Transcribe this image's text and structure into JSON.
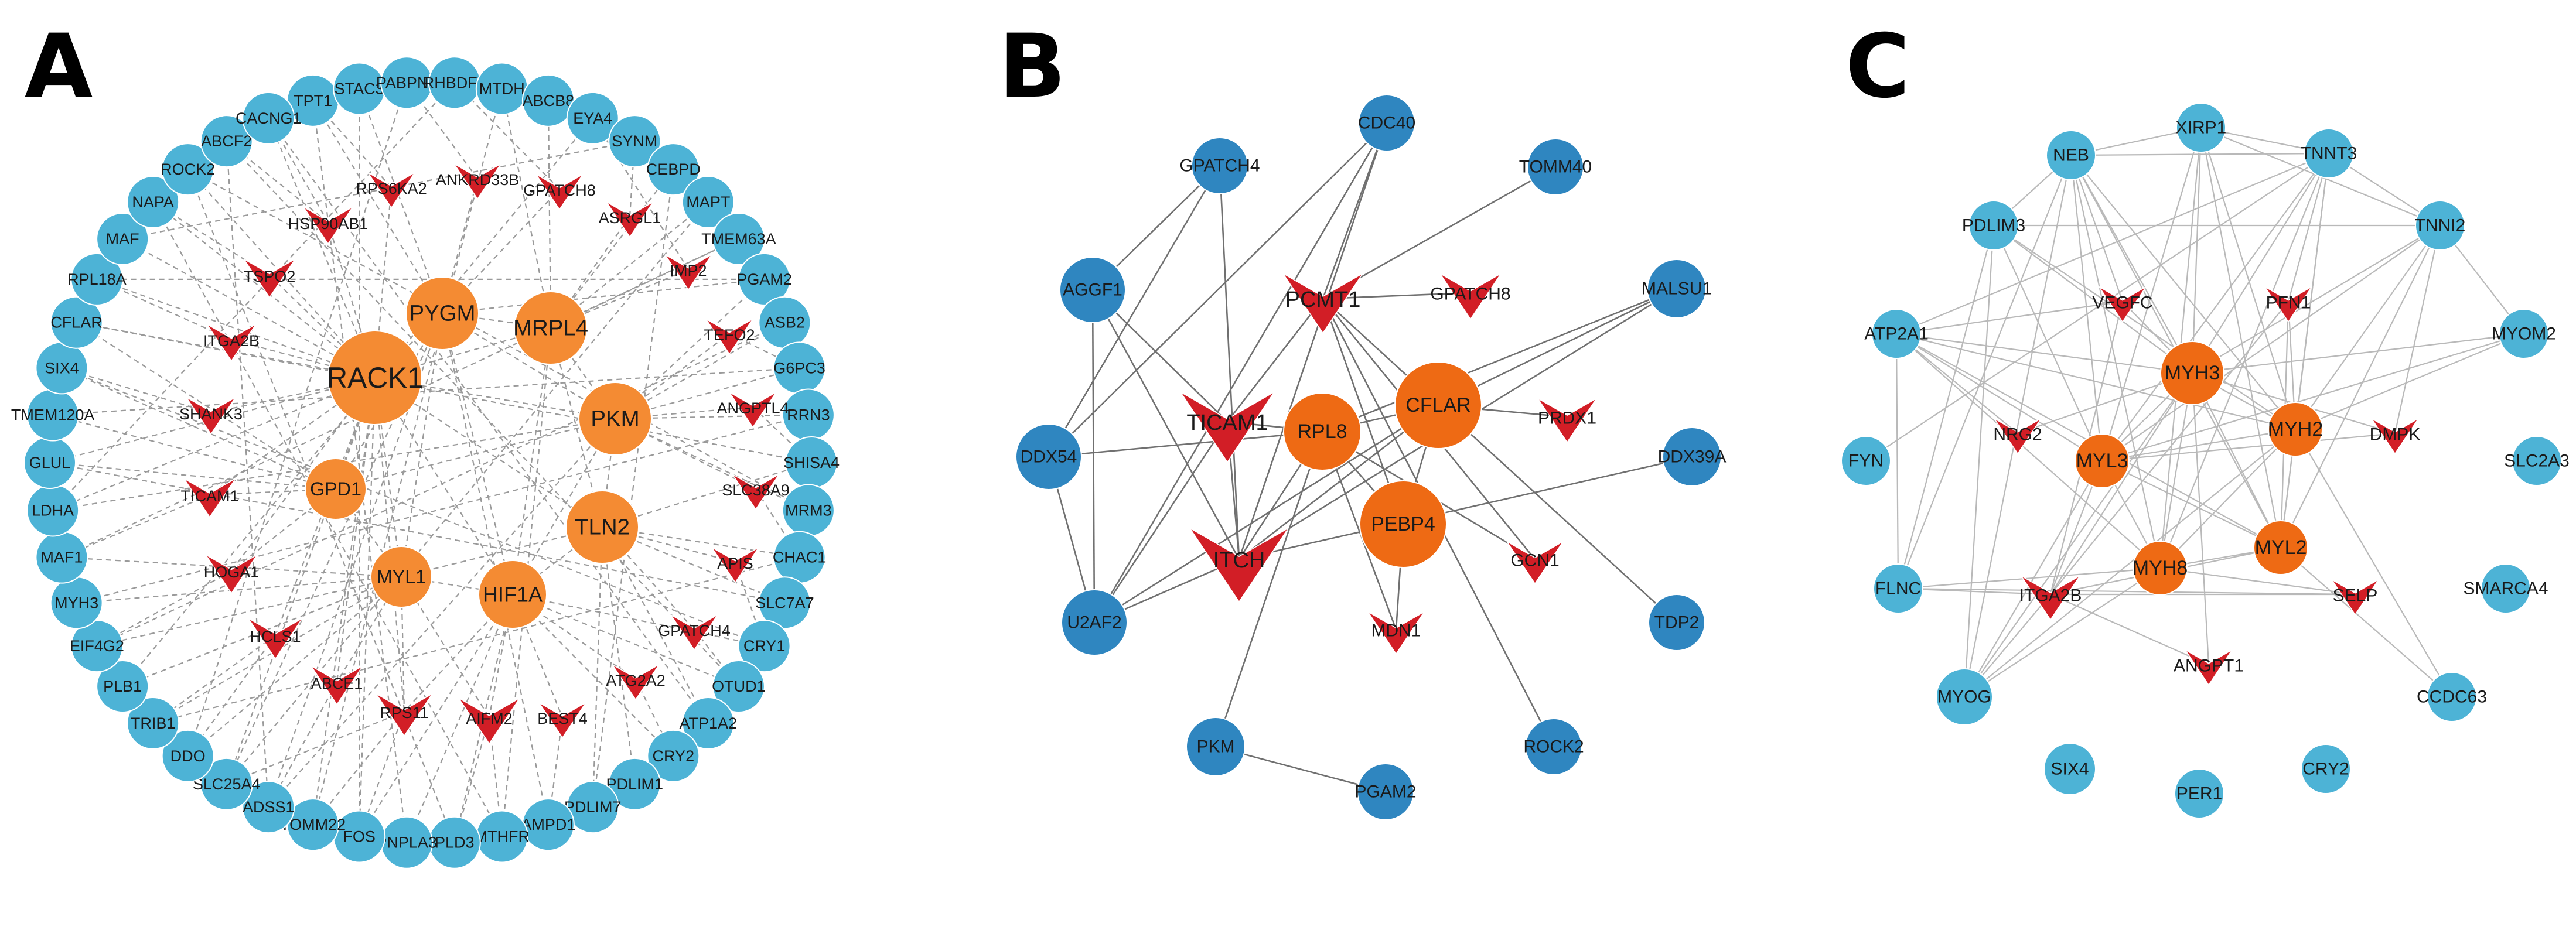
{
  "colors": {
    "outer": "#4db3d6",
    "outer_b": "#2f86c0",
    "hub": "#f48b33",
    "hub_b": "#ee6a14",
    "red": "#d21e26",
    "edge_dash": "#9a9a9a",
    "edge_solid": "#707070",
    "edge_light": "#b9b9b9"
  },
  "panels": [
    {
      "letter": "A",
      "edge_style": "dashed",
      "nodes": [
        {
          "id": "TPT1",
          "type": "outer"
        },
        {
          "id": "STAC3",
          "type": "outer"
        },
        {
          "id": "PABPN1",
          "type": "outer"
        },
        {
          "id": "RHBDF1",
          "type": "outer"
        },
        {
          "id": "MTDH",
          "type": "outer"
        },
        {
          "id": "ABCB8",
          "type": "outer"
        },
        {
          "id": "EYA4",
          "type": "outer"
        },
        {
          "id": "SYNM",
          "type": "outer"
        },
        {
          "id": "CEBPD",
          "type": "outer"
        },
        {
          "id": "MAPT",
          "type": "outer"
        },
        {
          "id": "TMEM63A",
          "type": "outer"
        },
        {
          "id": "PGAM2",
          "type": "outer"
        },
        {
          "id": "ASB2",
          "type": "outer"
        },
        {
          "id": "G6PC3",
          "type": "outer"
        },
        {
          "id": "RRN3",
          "type": "outer"
        },
        {
          "id": "SHISA4",
          "type": "outer"
        },
        {
          "id": "MRM3",
          "type": "outer"
        },
        {
          "id": "CHAC1",
          "type": "outer"
        },
        {
          "id": "SLC7A7",
          "type": "outer"
        },
        {
          "id": "CRY1",
          "type": "outer"
        },
        {
          "id": "OTUD1",
          "type": "outer"
        },
        {
          "id": "ATP1A2",
          "type": "outer"
        },
        {
          "id": "CRY2",
          "type": "outer"
        },
        {
          "id": "PDLIM1",
          "type": "outer"
        },
        {
          "id": "PDLIM7",
          "type": "outer"
        },
        {
          "id": "AMPD1",
          "type": "outer"
        },
        {
          "id": "MTHFR",
          "type": "outer"
        },
        {
          "id": "PLD3",
          "type": "outer"
        },
        {
          "id": "PNPLA3",
          "type": "outer"
        },
        {
          "id": "FOS",
          "type": "outer"
        },
        {
          "id": "TOMM22",
          "type": "outer"
        },
        {
          "id": "ADSS1",
          "type": "outer"
        },
        {
          "id": "SLC25A4",
          "type": "outer"
        },
        {
          "id": "DDO",
          "type": "outer"
        },
        {
          "id": "TRIB1",
          "type": "outer"
        },
        {
          "id": "PLB1",
          "type": "outer"
        },
        {
          "id": "EIF4G2",
          "type": "outer"
        },
        {
          "id": "MYH3",
          "type": "outer"
        },
        {
          "id": "MAF1",
          "type": "outer"
        },
        {
          "id": "LDHA",
          "type": "outer"
        },
        {
          "id": "GLUL",
          "type": "outer"
        },
        {
          "id": "TMEM120A",
          "type": "outer"
        },
        {
          "id": "SIX4",
          "type": "outer"
        },
        {
          "id": "CFLAR",
          "type": "outer"
        },
        {
          "id": "RPL18A",
          "type": "outer"
        },
        {
          "id": "MAF",
          "type": "outer"
        },
        {
          "id": "NAPA",
          "type": "outer"
        },
        {
          "id": "ROCK2",
          "type": "outer"
        },
        {
          "id": "ABCF2",
          "type": "outer"
        },
        {
          "id": "CACNG1",
          "type": "outer"
        },
        {
          "id": "PYGM",
          "type": "hub"
        },
        {
          "id": "MRPL4",
          "type": "hub"
        },
        {
          "id": "RACK1",
          "type": "hub"
        },
        {
          "id": "PKM",
          "type": "hub"
        },
        {
          "id": "GPD1",
          "type": "hub"
        },
        {
          "id": "TLN2",
          "type": "hub"
        },
        {
          "id": "MYL1",
          "type": "hub"
        },
        {
          "id": "HIF1A",
          "type": "hub"
        },
        {
          "id": "RPS6KA2",
          "type": "red"
        },
        {
          "id": "ANKRD33B",
          "type": "red"
        },
        {
          "id": "GPATCH8",
          "type": "red"
        },
        {
          "id": "HSP90AB1",
          "type": "red"
        },
        {
          "id": "ASRGL1",
          "type": "red"
        },
        {
          "id": "TSPO2",
          "type": "red"
        },
        {
          "id": "IMP2",
          "type": "red"
        },
        {
          "id": "ITGA2B",
          "type": "red"
        },
        {
          "id": "TEFO2",
          "type": "red"
        },
        {
          "id": "SHANK3",
          "type": "red"
        },
        {
          "id": "ANGPTL4",
          "type": "red"
        },
        {
          "id": "TICAM1",
          "type": "red"
        },
        {
          "id": "SLC38A9",
          "type": "red"
        },
        {
          "id": "HOGA1",
          "type": "red"
        },
        {
          "id": "APIS",
          "type": "red"
        },
        {
          "id": "HCLS1",
          "type": "red"
        },
        {
          "id": "GPATCH4",
          "type": "red"
        },
        {
          "id": "ABCE1",
          "type": "red"
        },
        {
          "id": "ATG2A2",
          "type": "red"
        },
        {
          "id": "RPS11",
          "type": "red"
        },
        {
          "id": "AIFM2",
          "type": "red"
        },
        {
          "id": "BEST4",
          "type": "red"
        }
      ]
    },
    {
      "letter": "B",
      "edge_style": "solid",
      "nodes": [
        {
          "id": "CDC40",
          "type": "outer"
        },
        {
          "id": "GPATCH4",
          "type": "outer"
        },
        {
          "id": "TOMM40",
          "type": "outer"
        },
        {
          "id": "AGGF1",
          "type": "outer"
        },
        {
          "id": "MALSU1",
          "type": "outer"
        },
        {
          "id": "DDX54",
          "type": "outer"
        },
        {
          "id": "DDX39A",
          "type": "outer"
        },
        {
          "id": "U2AF2",
          "type": "outer"
        },
        {
          "id": "TDP2",
          "type": "outer"
        },
        {
          "id": "PKM",
          "type": "outer"
        },
        {
          "id": "PGAM2",
          "type": "outer"
        },
        {
          "id": "ROCK2",
          "type": "outer"
        },
        {
          "id": "RPL8",
          "type": "hub"
        },
        {
          "id": "CFLAR",
          "type": "hub"
        },
        {
          "id": "PEBP4",
          "type": "hub"
        },
        {
          "id": "PCMT1",
          "type": "red"
        },
        {
          "id": "GPATCH8",
          "type": "red"
        },
        {
          "id": "TICAM1",
          "type": "red"
        },
        {
          "id": "PRDX1",
          "type": "red"
        },
        {
          "id": "ITCH",
          "type": "red"
        },
        {
          "id": "GCN1",
          "type": "red"
        },
        {
          "id": "MDN1",
          "type": "red"
        }
      ]
    },
    {
      "letter": "C",
      "edge_style": "light",
      "nodes": [
        {
          "id": "NEB",
          "type": "outer"
        },
        {
          "id": "XIRP1",
          "type": "outer"
        },
        {
          "id": "TNNT3",
          "type": "outer"
        },
        {
          "id": "PDLIM3",
          "type": "outer"
        },
        {
          "id": "TNNI2",
          "type": "outer"
        },
        {
          "id": "ATP2A1",
          "type": "outer"
        },
        {
          "id": "MYOM2",
          "type": "outer"
        },
        {
          "id": "FYN",
          "type": "outer"
        },
        {
          "id": "SLC2A3",
          "type": "outer"
        },
        {
          "id": "FLNC",
          "type": "outer"
        },
        {
          "id": "SMARCA4",
          "type": "outer"
        },
        {
          "id": "MYOG",
          "type": "outer"
        },
        {
          "id": "CCDC63",
          "type": "outer"
        },
        {
          "id": "SIX4",
          "type": "outer"
        },
        {
          "id": "PER1",
          "type": "outer"
        },
        {
          "id": "CRY2",
          "type": "outer"
        },
        {
          "id": "MYH3",
          "type": "hub"
        },
        {
          "id": "MYH2",
          "type": "hub"
        },
        {
          "id": "MYL3",
          "type": "hub"
        },
        {
          "id": "MYL2",
          "type": "hub"
        },
        {
          "id": "MYH8",
          "type": "hub"
        },
        {
          "id": "VEGFC",
          "type": "red"
        },
        {
          "id": "PFN1",
          "type": "red"
        },
        {
          "id": "NRG2",
          "type": "red"
        },
        {
          "id": "DMPK",
          "type": "red"
        },
        {
          "id": "ITGA2B",
          "type": "red"
        },
        {
          "id": "SELP",
          "type": "red"
        },
        {
          "id": "ANGPT1",
          "type": "red"
        }
      ]
    }
  ]
}
